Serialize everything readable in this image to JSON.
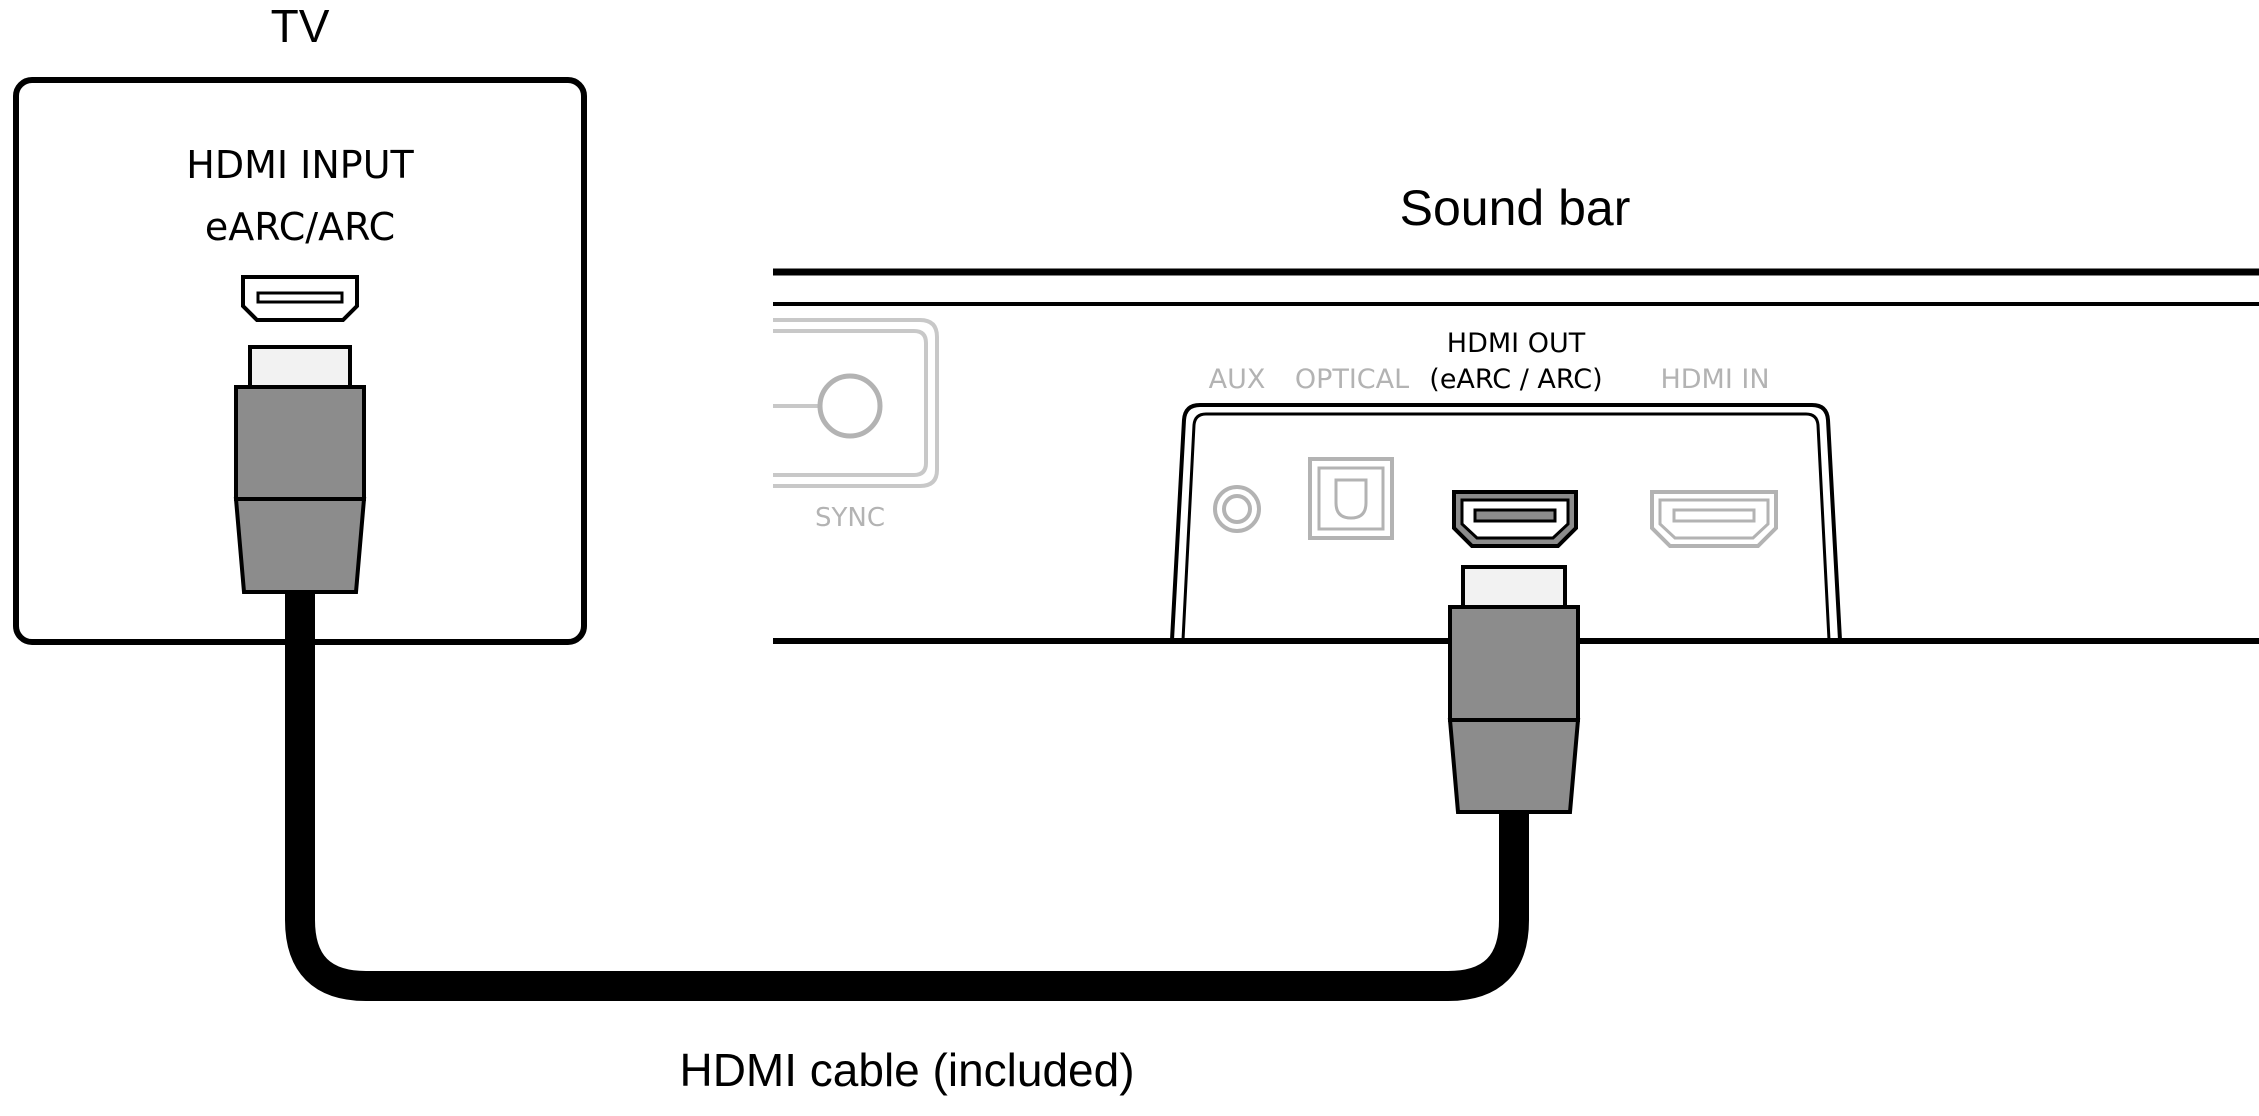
{
  "tv": {
    "title": "TV",
    "port_label_line1": "HDMI INPUT",
    "port_label_line2": "eARC/ARC",
    "port_icon": "hdmi-port-icon"
  },
  "soundbar": {
    "title": "Sound bar",
    "sync_label": "SYNC",
    "ports": {
      "aux": "AUX",
      "optical": "OPTICAL",
      "hdmi_out_line1": "HDMI OUT",
      "hdmi_out_line2": "(eARC / ARC)",
      "hdmi_in": "HDMI IN"
    }
  },
  "cable": {
    "label": "HDMI cable (included)"
  },
  "colors": {
    "line": "#000000",
    "plug_body": "#8c8c8c",
    "plug_tip": "#f2f2f2",
    "faded": "#b3b3b3",
    "background": "#ffffff"
  }
}
